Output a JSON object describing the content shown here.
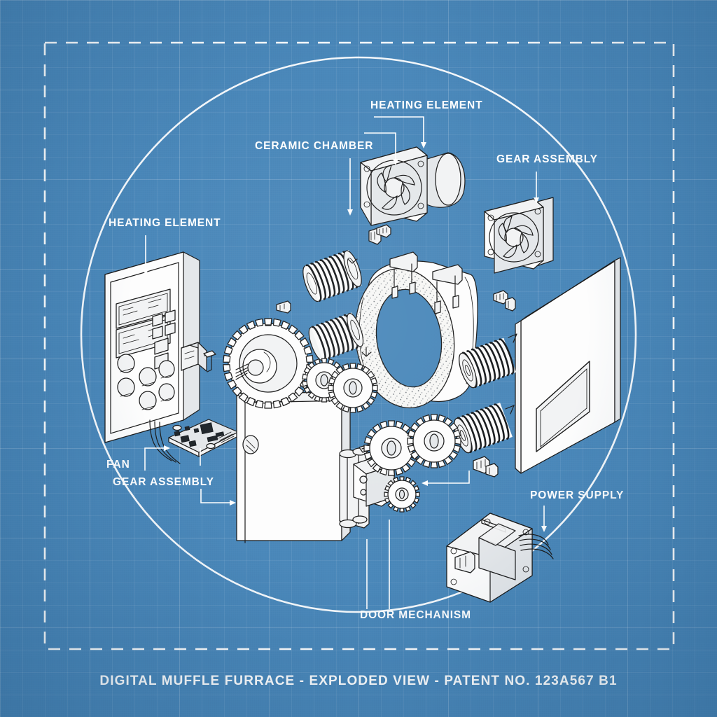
{
  "document": {
    "title_caption": "DIGITAL MUFFLE FURRACE - EXPLODED VIEW - PATENT NO. 123A567 B1",
    "style": "blueprint-exploded-view",
    "background_color": "#4a88ba",
    "ink_color": "#ffffff",
    "part_fill_color": "#fdfdfd",
    "part_outline_color": "#1b1b1b"
  },
  "frame": {
    "dashed_border": true,
    "circle_guide": true
  },
  "labels": [
    {
      "id": "heating-element-top",
      "text": "HEATING ELEMENT"
    },
    {
      "id": "ceramic-chamber",
      "text": "CERAMIC CHAMBER"
    },
    {
      "id": "gear-assembly-right",
      "text": "GEAR ASSEMBLY"
    },
    {
      "id": "heating-element-left",
      "text": "HEATING ELEMENT"
    },
    {
      "id": "fan",
      "text": "FAN"
    },
    {
      "id": "gear-assembly-left",
      "text": "GEAR ASSEMBLY"
    },
    {
      "id": "power-supply",
      "text": "POWER SUPPLY"
    },
    {
      "id": "door-mechanism",
      "text": "DOOR MECHANISM"
    }
  ],
  "components": [
    {
      "id": "control-panel",
      "name": "Control panel with dual LCD displays and keypad"
    },
    {
      "id": "lcd-upper",
      "name": "Upper LCD display"
    },
    {
      "id": "lcd-lower",
      "name": "Lower LCD display"
    },
    {
      "id": "pcb",
      "name": "Printed circuit board"
    },
    {
      "id": "door-panel",
      "name": "Furnace door panel with handle"
    },
    {
      "id": "hinge-assembly",
      "name": "Door hinge and latch assembly"
    },
    {
      "id": "ceramic-chamber",
      "name": "Ceramic insulation chamber ring"
    },
    {
      "id": "fan-front",
      "name": "Axial cooling fan with duct"
    },
    {
      "id": "fan-rear",
      "name": "Axial cooling fan"
    },
    {
      "id": "gear-large",
      "name": "Large drive gear"
    },
    {
      "id": "gear-small-1",
      "name": "Small idler gear"
    },
    {
      "id": "gear-small-2",
      "name": "Small idler gear"
    },
    {
      "id": "gear-motor",
      "name": "Gear motor with pinion"
    },
    {
      "id": "heating-coil-1",
      "name": "Helical heating coil"
    },
    {
      "id": "heating-coil-2",
      "name": "Helical heating coil"
    },
    {
      "id": "heating-coil-3",
      "name": "Helical heating coil"
    },
    {
      "id": "heating-coil-4",
      "name": "Helical heating coil"
    },
    {
      "id": "back-panel",
      "name": "Rear panel with vent cutout"
    },
    {
      "id": "power-supply",
      "name": "Transformer power supply unit"
    },
    {
      "id": "fasteners",
      "name": "Assorted screws and fasteners"
    },
    {
      "id": "terminal-block",
      "name": "Terminal block connector"
    }
  ]
}
